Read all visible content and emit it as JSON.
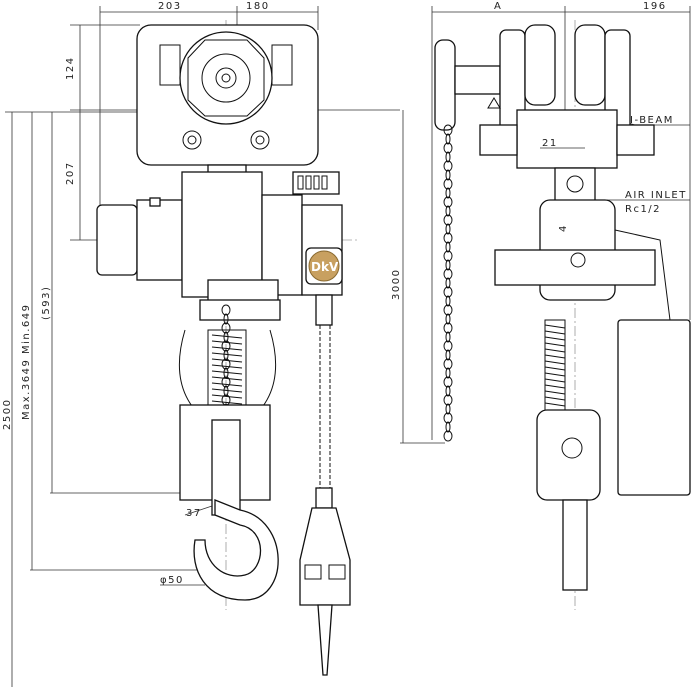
{
  "drawing": {
    "front_view": {
      "width_left": "203",
      "width_right": "180",
      "height_trolley": "124",
      "height_body": "207",
      "lift_total": "2500",
      "headroom_range": "Max.3649 Min.649",
      "headroom_ref": "(593)",
      "hook_opening": "37",
      "hook_diameter": "φ50",
      "logo_text": "DkV"
    },
    "side_view": {
      "width_a": "A",
      "width_right": "196",
      "control_length": "3000",
      "beam_label": "I-BEAM",
      "offset": "21",
      "air_inlet_label": "AIR INLET",
      "air_inlet_thread": "Rc1/2",
      "small_offset": "4"
    },
    "colors": {
      "line": "#111111",
      "logo": "#c8a060"
    }
  }
}
